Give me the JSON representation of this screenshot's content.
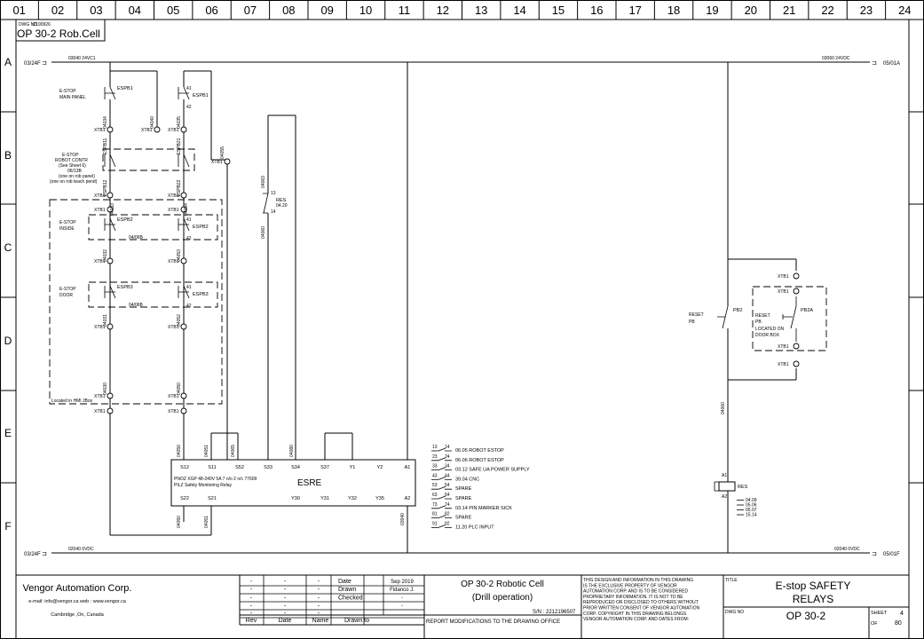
{
  "columns": [
    "01",
    "02",
    "03",
    "04",
    "05",
    "06",
    "07",
    "08",
    "09",
    "10",
    "11",
    "12",
    "13",
    "14",
    "15",
    "16",
    "17",
    "18",
    "19",
    "20",
    "21",
    "22",
    "23",
    "24"
  ],
  "rows": [
    "A",
    "B",
    "C",
    "D",
    "E",
    "F"
  ],
  "header": {
    "dwg_no_label": "DWG NO",
    "dwg_no": ":2190926",
    "title": "OP 30-2 Rob.Cell"
  },
  "rails": {
    "top_left": "03/24F",
    "top_left_wire": "03040  24VC1",
    "top_right_wire": "03060  24VDC",
    "top_right": "05/01A",
    "bottom_left": "03/24F",
    "bottom_left_wire": "02040  0VDC",
    "bottom_right_wire": "02040  0VDC",
    "bottom_right": "05/01F"
  },
  "estops": {
    "main": {
      "label1": "E-STOP",
      "label2": "MAIN PANEL",
      "dev_l": "ESPB1",
      "dev_r": "ESPB1",
      "pin": "42",
      "pin_top": "41"
    },
    "robot": {
      "l1": "E-STOP",
      "l2": "ROBOT CONTR",
      "l3": "(See Sheet 6)",
      "l4": "06/13B",
      "l5": "(one on rob panel)",
      "l6": "(one on rob teach pend)"
    },
    "inside": {
      "label1": "E-STOP",
      "label2": "INSIDE",
      "dev_l": "ESPB2",
      "dev_r": "ESPB2",
      "ref": "04/06B",
      "pin": "42",
      "pin_top": "41"
    },
    "door": {
      "label1": "E-STOP",
      "label2": "DOOR",
      "dev_l": "ESPB3",
      "dev_r": "ESPB3",
      "ref": "04/06B",
      "pin": "42",
      "pin_top": "41"
    },
    "jbox_note": "Located in HMI JBox"
  },
  "terminal": "XTB1",
  "wires": {
    "w04034": "04034",
    "w04040": "04040",
    "w04035": "04035",
    "w04055": "04055",
    "espb11": "ESPB11",
    "espb21": "ESPB21",
    "espb12": "ESPB12",
    "espb22": "ESPB22",
    "w04033": "04033",
    "w04054": "04054",
    "w04032": "04032",
    "w04053": "04053",
    "w04031": "04031",
    "w04052": "04052",
    "w04030": "04030",
    "w04050": "04050",
    "w04060": "04060",
    "w04063": "04063",
    "w04065": "04065",
    "w04080": "04080",
    "w04051": "04051",
    "w03040": "03040",
    "w04000": "04000"
  },
  "res_contact": {
    "name": "RES",
    "pin13": "13",
    "pin14": "14",
    "ref": "04.20"
  },
  "relay": {
    "name": "ESRE",
    "model": "PNOZ XGP 48-240V 5A  7 n/o 2 n/c 77609",
    "desc": "PILZ Safety Monitoring Relay",
    "top_terms": [
      "S12",
      "S11",
      "S52",
      "S33",
      "S34",
      "S37",
      "Y1",
      "Y2",
      "A1"
    ],
    "bottom_terms": [
      "S22",
      "S21",
      "Y30",
      "Y31",
      "Y32",
      "Y35",
      "A2"
    ]
  },
  "outputs": [
    {
      "a": "13",
      "b": "14",
      "text": "06.05 ROBOT  ESTOP"
    },
    {
      "a": "23",
      "b": "24",
      "text": "06.06 ROBOT  ESTOP"
    },
    {
      "a": "33",
      "b": "34",
      "text": "03.12 SAFE UA POWER SUPPLY"
    },
    {
      "a": "43",
      "b": "44",
      "text": "39.04 CNC"
    },
    {
      "a": "53",
      "b": "54",
      "text": "SPARE"
    },
    {
      "a": "63",
      "b": "64",
      "text": "SPARE"
    },
    {
      "a": "73",
      "b": "74",
      "text": "03.14 PIN MARKER SICK"
    },
    {
      "a": "81",
      "b": "82",
      "text": "SPARE"
    },
    {
      "a": "91",
      "b": "92",
      "text": "11.20  PLC INPUT"
    }
  ],
  "reset": {
    "l1": "RESET",
    "l2": "PB",
    "pb2": "PB2",
    "pb2a": "PB2A",
    "box1": "RESET",
    "box2": "PB",
    "box3": "LOCATED ON",
    "box4": "DOOR BOX"
  },
  "res_coil": {
    "name": "RES",
    "a1": "A1",
    "a2": "A2",
    "refs": [
      "04.09",
      "05.06",
      "05.07",
      "15.14"
    ]
  },
  "title_block": {
    "company": "Vengor Automation Corp.",
    "contact": "e-mail: info@vengor.ca web : www.vengor.ca",
    "address": "Cambridge ,On, Canada",
    "rev_headers": [
      "Rev",
      "Date",
      "Name",
      "Drawn  to"
    ],
    "dash": "-",
    "date_label": "Date",
    "date_value": "Sep 2019",
    "drawn_label": "Drawn",
    "drawn_value": "Fidanco J.",
    "checked_label": "Checked",
    "checked_value": "-",
    "drawnto_value": "-",
    "project1": "OP 30-2 Robotic Cell",
    "project2": "(Drill operation)",
    "sn": "S/N : 2212196507",
    "report": "REPORT  MODIFICATIONS  TO  THE  DRAWING  OFFICE",
    "legal": [
      "THIS DESIGN AND INFORMATION IN THIS DRAWING",
      "IS THE EXCLUSIVE PROPERTY OF VENGOR",
      "AUTOMATION CORP. AND IS TO BE CONSIDERED",
      "PROPRIETARY INFORMATION. IT IS NOT TO BE",
      "REPRODUCED OR DISCLOSED TO OTHERS WITHOUT",
      "PRIOR WRITTEN CONSENT OF VENGOR AUTOMATION",
      "CORP.  COPYRIGHT IN THIS DRAWING BELONGS",
      "VENGOR AUTOMATION CORP.  AND DATES FROM:"
    ],
    "title_label": "TITLE",
    "title1": "E-stop SAFETY",
    "title2": "RELAYS",
    "dwgno_label": "DWG NO",
    "dwgno": "OP 30-2",
    "sheet_label": "SHEET",
    "sheet": "4",
    "of_label": "OF",
    "of": "80"
  }
}
